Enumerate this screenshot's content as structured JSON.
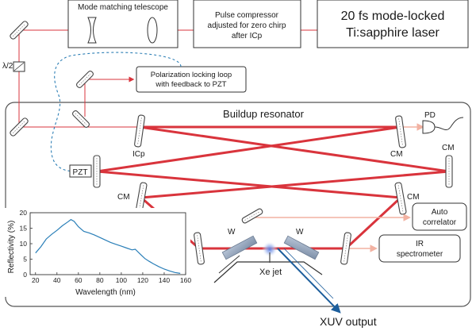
{
  "labels": {
    "telescope": "Mode matching telescope",
    "compressor_1": "Pulse compressor",
    "compressor_2": "adjusted for zero chirp",
    "compressor_3": "after ICp",
    "laser_1": "20 fs mode-locked",
    "laser_2": "Ti:sapphire laser",
    "half_wave": "λ/2",
    "polarization_1": "Polarization locking loop",
    "polarization_2": "with feedback to PZT",
    "resonator_title": "Buildup resonator",
    "pd": "PD",
    "icp": "ICp",
    "pzt": "PZT",
    "cm_top_right": "CM",
    "cm_mid_right": "CM",
    "cm_left": "CM",
    "cm_lower_right": "CM",
    "w_left": "W",
    "w_right": "W",
    "autocorrelator_1": "Auto",
    "autocorrelator_2": "correlator",
    "ir_spectrometer_1": "IR",
    "ir_spectrometer_2": "spectrometer",
    "xe_jet": "Xe jet",
    "xuv_output": "XUV output"
  },
  "colors": {
    "ir_beam": "#d9343c",
    "output_beam": "#f2b2a2",
    "xuv_beam": "#1d5e9c",
    "curve": "#2a7fb8",
    "window": "#8c9fb8"
  },
  "chart_data": {
    "type": "line",
    "xlabel": "Wavelength (nm)",
    "ylabel": "Reflectivity (%)",
    "xlim": [
      15,
      160
    ],
    "ylim": [
      0,
      20
    ],
    "xticks": [
      20,
      40,
      60,
      80,
      100,
      120,
      140,
      160
    ],
    "yticks": [
      0,
      5,
      10,
      15,
      20
    ],
    "grid": false,
    "series": [
      {
        "x": [
          20,
          25,
          30,
          35,
          40,
          45,
          50,
          53,
          56,
          60,
          65,
          70,
          75,
          80,
          85,
          90,
          95,
          100,
          105,
          110,
          113,
          118,
          122,
          126,
          130,
          135,
          140,
          145,
          150,
          155
        ],
        "values": [
          7.0,
          9.0,
          11.5,
          13.0,
          14.3,
          15.8,
          17.0,
          17.8,
          17.2,
          15.5,
          14.0,
          13.5,
          12.8,
          12.0,
          11.2,
          10.4,
          9.8,
          9.2,
          8.6,
          8.0,
          8.2,
          6.5,
          5.2,
          4.3,
          3.5,
          2.6,
          1.8,
          1.2,
          0.7,
          0.4
        ]
      }
    ]
  }
}
